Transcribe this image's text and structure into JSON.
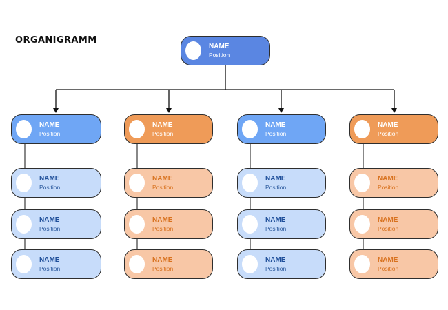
{
  "title": "ORGANIGRAMM",
  "colors": {
    "root": "#5a86e2",
    "blue_head": "#6fa6f5",
    "orange_head": "#ef9b58",
    "blue_light": "#c7dcfa",
    "orange_light": "#f8c7a6"
  },
  "root": {
    "name": "NAME",
    "position": "Position"
  },
  "columns": [
    {
      "theme": "blue",
      "head": {
        "name": "NAME",
        "position": "Position"
      },
      "members": [
        {
          "name": "NAME",
          "position": "Position"
        },
        {
          "name": "NAME",
          "position": "Position"
        },
        {
          "name": "NAME",
          "position": "Position"
        }
      ]
    },
    {
      "theme": "orange",
      "head": {
        "name": "NAME",
        "position": "Position"
      },
      "members": [
        {
          "name": "NAME",
          "position": "Position"
        },
        {
          "name": "NAME",
          "position": "Position"
        },
        {
          "name": "NAME",
          "position": "Position"
        }
      ]
    },
    {
      "theme": "blue",
      "head": {
        "name": "NAME",
        "position": "Position"
      },
      "members": [
        {
          "name": "NAME",
          "position": "Position"
        },
        {
          "name": "NAME",
          "position": "Position"
        },
        {
          "name": "NAME",
          "position": "Position"
        }
      ]
    },
    {
      "theme": "orange",
      "head": {
        "name": "NAME",
        "position": "Position"
      },
      "members": [
        {
          "name": "NAME",
          "position": "Position"
        },
        {
          "name": "NAME",
          "position": "Position"
        },
        {
          "name": "NAME",
          "position": "Position"
        }
      ]
    }
  ]
}
